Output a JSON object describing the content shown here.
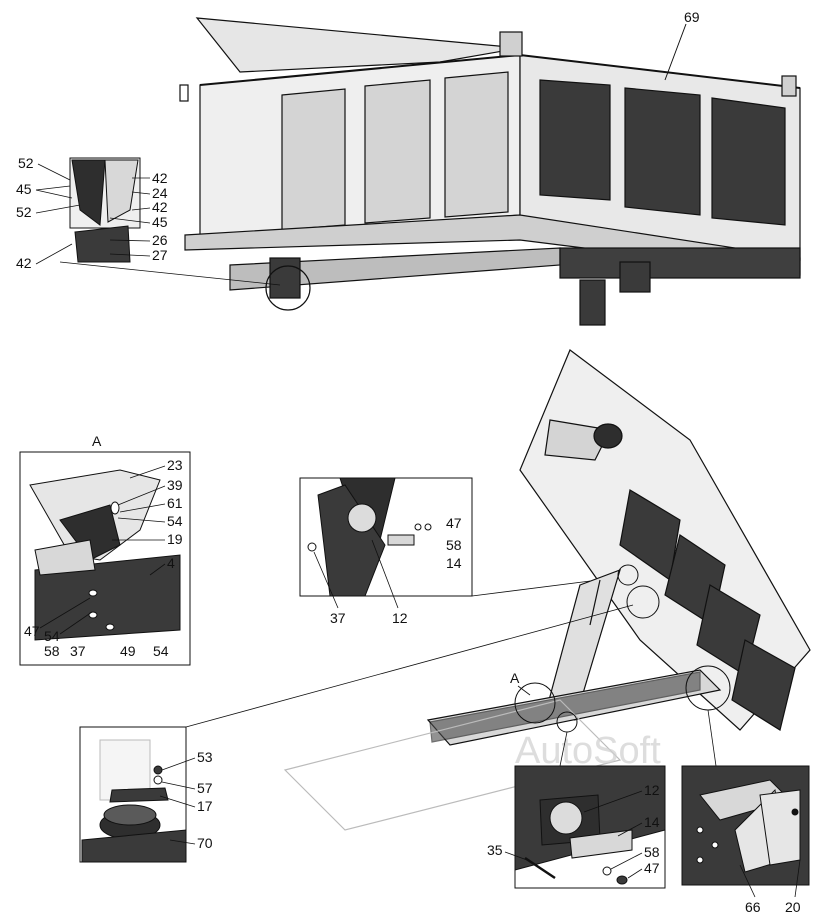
{
  "watermark": "AutoSoft",
  "callouts": {
    "main_body": "69",
    "view_letter_A": "A",
    "inset_A_header": "A",
    "left_detail": [
      "52",
      "45",
      "52",
      "42",
      "24",
      "42",
      "45",
      "26",
      "27",
      "42"
    ],
    "inset_A_labels": [
      "23",
      "39",
      "61",
      "54",
      "19",
      "4",
      "47",
      "54",
      "58",
      "37",
      "49",
      "54"
    ],
    "inset_mid_labels": [
      "47",
      "58",
      "14",
      "37",
      "12"
    ],
    "inset_low_labels": [
      "53",
      "57",
      "17",
      "70"
    ],
    "inset_bot_mid_labels": [
      "12",
      "14",
      "35",
      "58",
      "47"
    ],
    "inset_bot_right_labels": [
      "66",
      "20"
    ]
  },
  "colors": {
    "line": "#111111",
    "panel": "#d0d0d0",
    "dark": "#3a3a3a",
    "frame": "#6a6a6a"
  }
}
